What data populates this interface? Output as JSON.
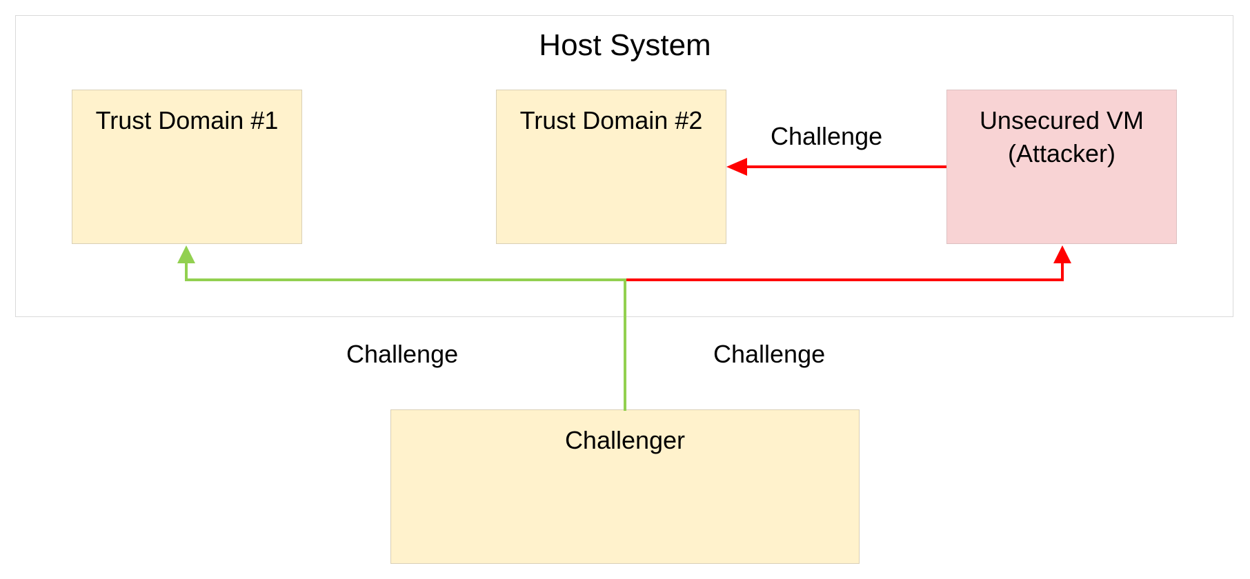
{
  "host": {
    "title": "Host System"
  },
  "nodes": {
    "trust_domain_1": "Trust Domain #1",
    "trust_domain_2": "Trust Domain #2",
    "unsecured_vm_line1": "Unsecured VM",
    "unsecured_vm_line2": "(Attacker)",
    "challenger": "Challenger"
  },
  "edges": {
    "attacker_to_td2": "Challenge",
    "challenger_to_td1": "Challenge",
    "challenger_to_attacker": "Challenge"
  },
  "colors": {
    "legit_path": "#92d050",
    "attack_path": "#ff0000",
    "box_fill": "#fff2cc",
    "attacker_fill": "#f8d3d4"
  }
}
